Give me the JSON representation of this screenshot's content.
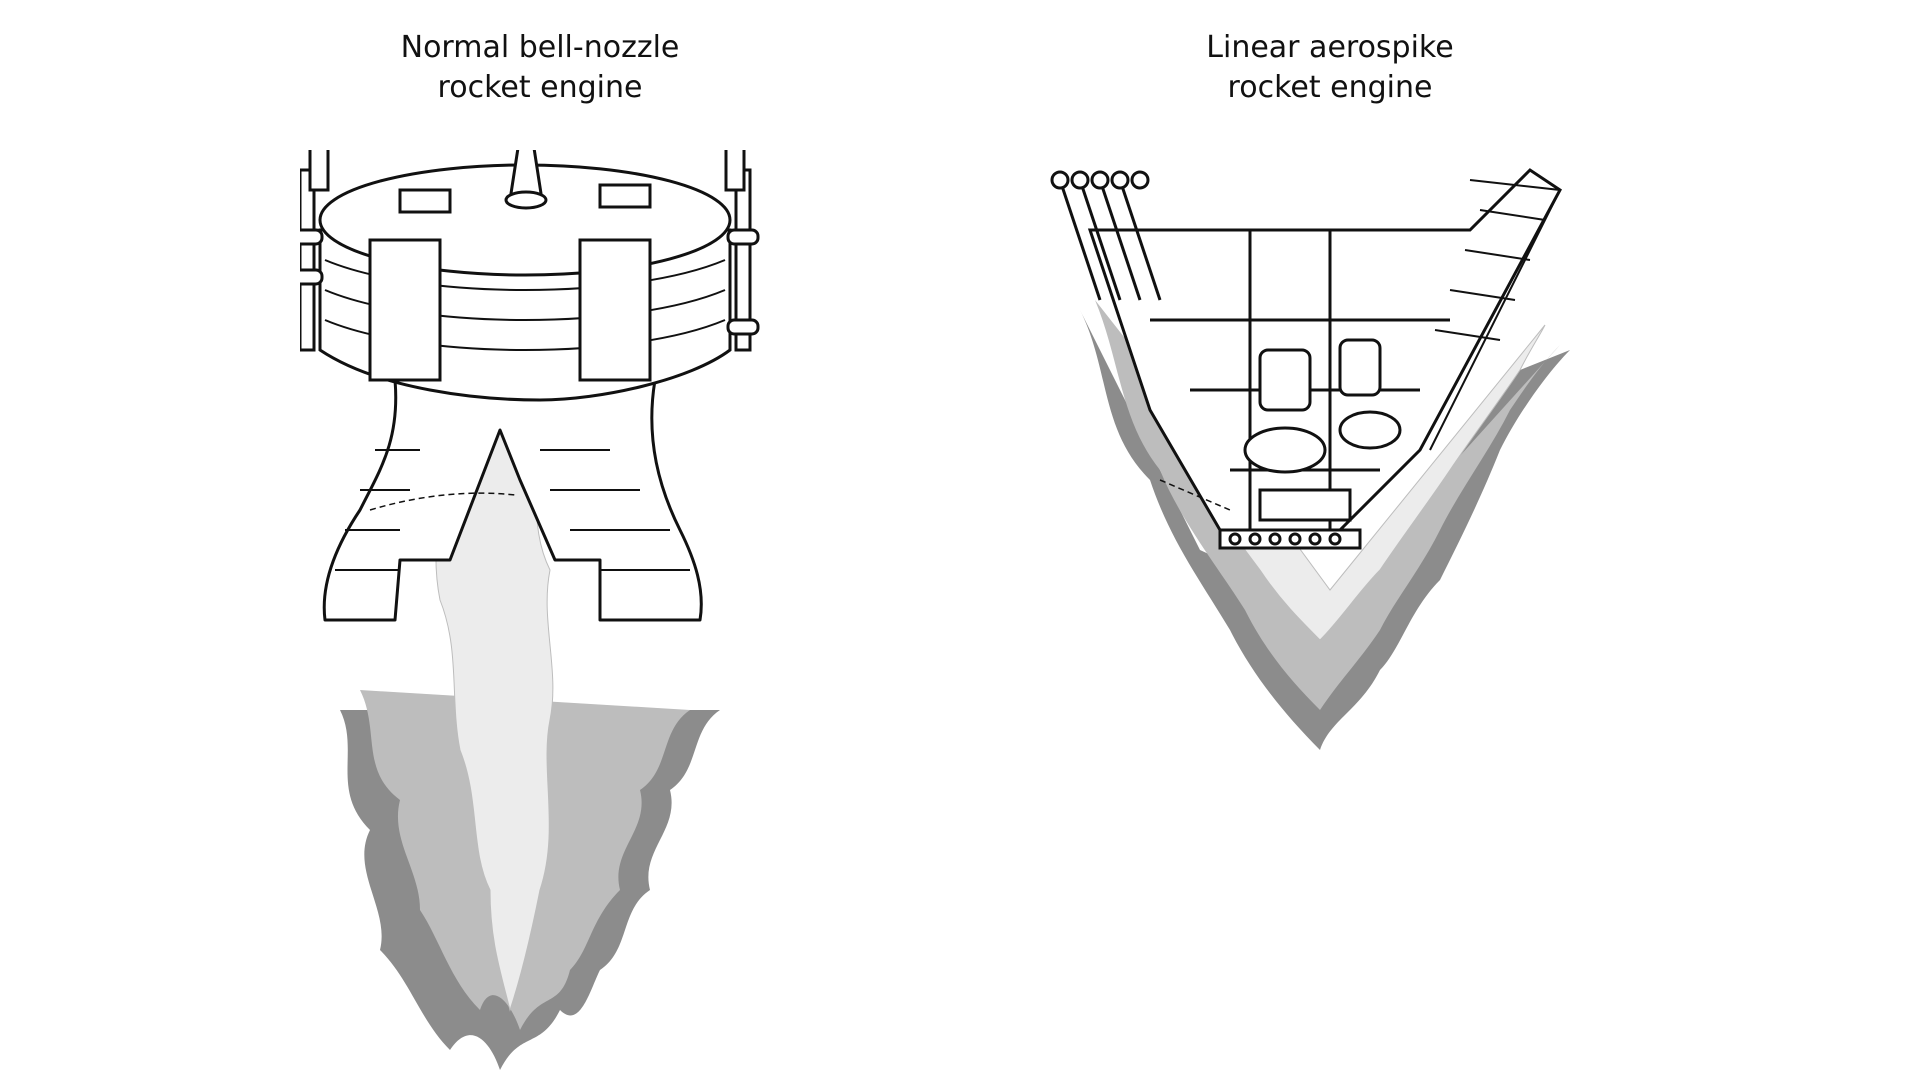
{
  "figure": {
    "left": {
      "title_line1": "Normal bell-nozzle",
      "title_line2": "rocket engine"
    },
    "right": {
      "title_line1": "Linear aerospike",
      "title_line2": "rocket engine"
    }
  },
  "colors": {
    "outline": "#111111",
    "exhaust_dark": "#8c8c8c",
    "exhaust_mid": "#bdbdbd",
    "exhaust_light": "#ececec",
    "metal": "#ffffff"
  }
}
